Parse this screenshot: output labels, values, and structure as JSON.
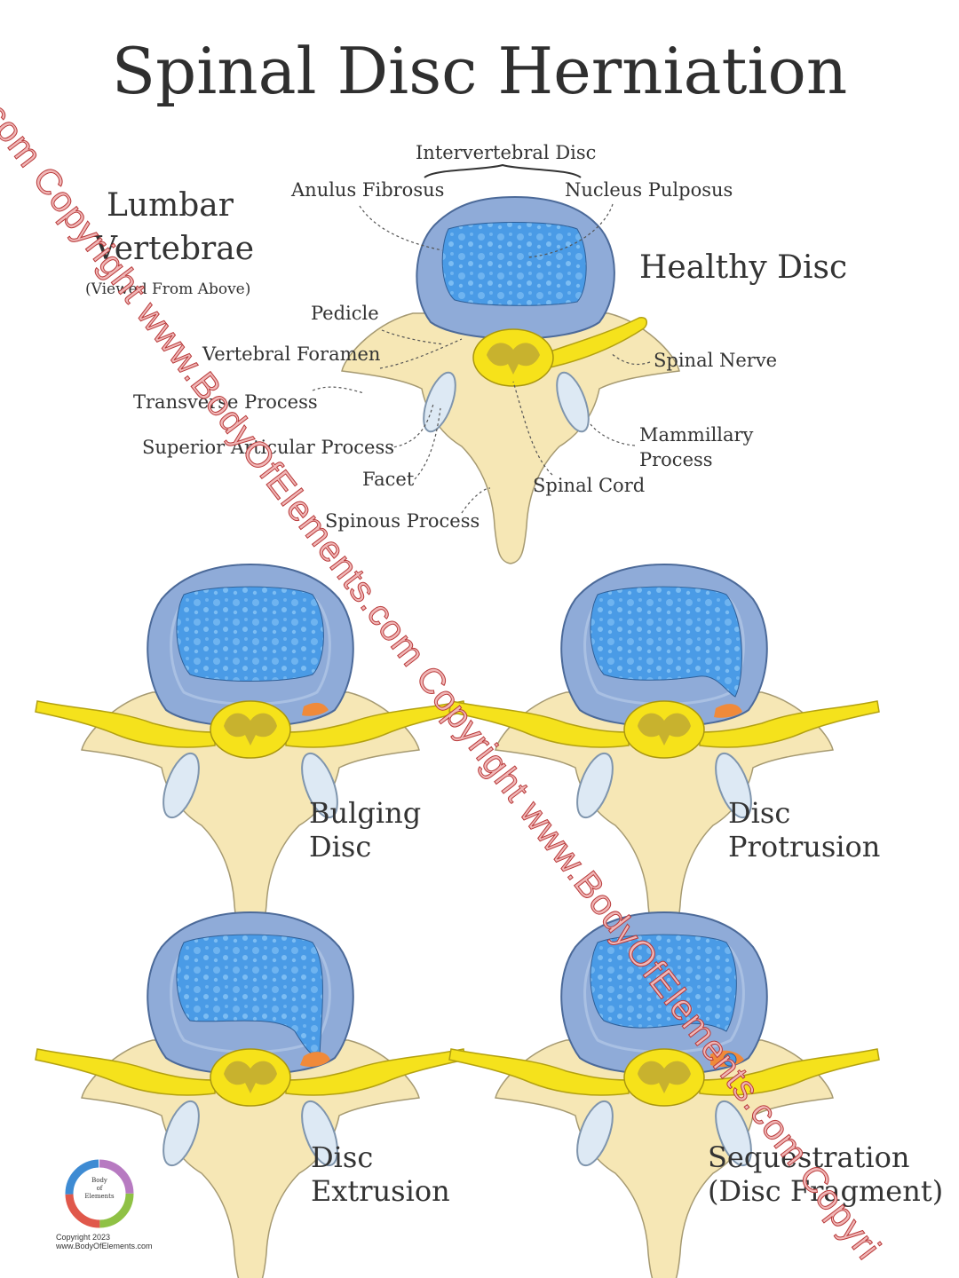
{
  "title": "Spinal Disc Herniation",
  "subtitle_main": {
    "line1": "Lumbar",
    "line2": "Vertebrae",
    "note": "(Viewed From Above)"
  },
  "healthy_label": "Healthy Disc",
  "labels": {
    "intervertebral_disc": "Intervertebral Disc",
    "anulus_fibrosus": "Anulus Fibrosus",
    "nucleus_pulposus": "Nucleus Pulposus",
    "pedicle": "Pedicle",
    "vertebral_foramen": "Vertebral Foramen",
    "transverse_process": "Transverse Process",
    "superior_articular_process": "Superior Articular Process",
    "facet": "Facet",
    "spinous_process": "Spinous Process",
    "spinal_cord": "Spinal Cord",
    "spinal_nerve": "Spinal Nerve",
    "mammillary_process": {
      "line1": "Mammillary",
      "line2": "Process"
    }
  },
  "cases": [
    {
      "line1": "Bulging",
      "line2": "Disc"
    },
    {
      "line1": "Disc",
      "line2": "Protrusion"
    },
    {
      "line1": "Disc",
      "line2": "Extrusion"
    },
    {
      "line1": "Sequestration",
      "line2": "(Disc Fragment)"
    }
  ],
  "watermark": "com Copyright www.BodyOfElements.com Copyright www.BodyOfElements.com Copyri",
  "logo_text": {
    "line1": "Body",
    "line2": "of",
    "line3": "Elements"
  },
  "footer": {
    "line1": "Copyright 2023",
    "line2": "www.BodyOfElements.com"
  },
  "colors": {
    "bone": "#f6e7b5",
    "disc_outer": "#8ea9d6",
    "nucleus": "#4b9be3",
    "cord": "#f6e21a",
    "nerve": "#f4e31c",
    "herniation": "#f08a3a",
    "text": "#333333"
  }
}
